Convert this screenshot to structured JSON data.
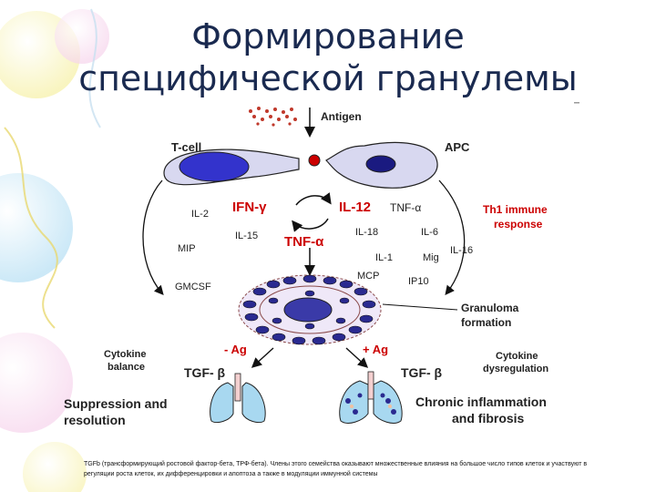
{
  "title": {
    "line1": "Формирование",
    "line2": "специфической гранулемы"
  },
  "diagram": {
    "antigen": "Antigen",
    "t_cell": "T-cell",
    "apc": "APC",
    "left_cytokines": [
      "IL-2",
      "MIP",
      "GMCSF"
    ],
    "ifn": "IFN-γ",
    "il12": "IL-12",
    "tnf_alpha_top": "TNF-α",
    "il15": "IL-15",
    "tnf_alpha_center": "TNF-α",
    "il18": "IL-18",
    "il6": "IL-6",
    "il1": "IL-1",
    "mig": "Mig",
    "il16": "IL-16",
    "mcp": "MCP",
    "ip10": "IP10",
    "th1_line1": "Th1 immune",
    "th1_line2": "response",
    "granuloma_line1": "Granuloma",
    "granuloma_line2": "formation",
    "cytokine_balance_line1": "Cytokine",
    "cytokine_balance_line2": "balance",
    "minus_ag": "- Ag",
    "plus_ag": "+ Ag",
    "cytokine_dys_line1": "Cytokine",
    "cytokine_dys_line2": "dysregulation",
    "tgf_left": "TGF- β",
    "tgf_right": "TGF- β",
    "suppression_line1": "Suppression and",
    "suppression_line2": "resolution",
    "chronic_line1": "Chronic inflammation",
    "chronic_line2": "and fibrosis"
  },
  "footnote": "TGFb (трансформирующий ростовой фактор-бета, ТРФ-бета). Члены этого семейства оказывают множественные влияния на большое число типов клеток и участвуют в регуляции роста клеток, их дифференцировки и апоптоза а также в модуляции иммунной системы",
  "colors": {
    "title": "#1a2a50",
    "red_text": "#cc0000",
    "cell_fill": "#3333cc",
    "nucleus": "#1a1a80",
    "lung_fill": "#a8d8f0"
  }
}
